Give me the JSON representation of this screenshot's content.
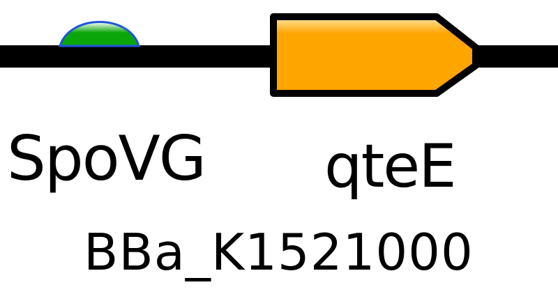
{
  "parts": {
    "rbs": {
      "label": "SpoVG",
      "icon": "ribosome-binding-site-icon",
      "fill_top": "#ffffff",
      "fill_bottom": "#0aa60a",
      "outline": "#1f54e0"
    },
    "cds": {
      "label": "qteE",
      "icon": "coding-sequence-arrow-icon",
      "fill": "#ffa500",
      "highlight": "#ffe7a8",
      "outline": "#000000"
    }
  },
  "backbone": {
    "color": "#000000"
  },
  "part_id": "BBa_K1521000"
}
